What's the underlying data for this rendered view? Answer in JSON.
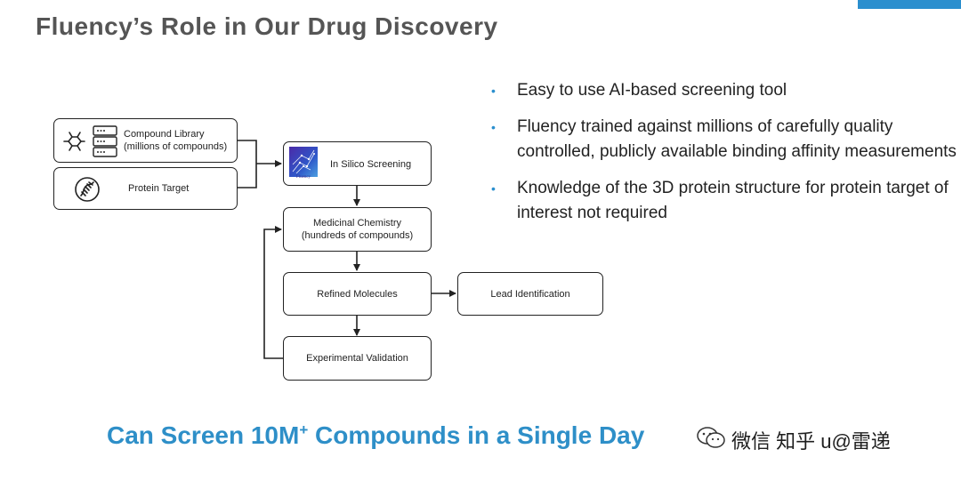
{
  "title": "Fluency’s Role in Our Drug Discovery",
  "diagram": {
    "compound_library": {
      "line1": "Compound Library",
      "line2": "(millions of compounds)"
    },
    "protein_target": {
      "label": "Protein Target"
    },
    "in_silico": {
      "label": "In Silico Screening",
      "logo_caption": "Fluency"
    },
    "medicinal_chemistry": {
      "line1": "Medicinal Chemistry",
      "line2": "(hundreds of compounds)"
    },
    "refined_molecules": {
      "label": "Refined Molecules"
    },
    "lead_identification": {
      "label": "Lead Identification"
    },
    "experimental_validation": {
      "label": "Experimental Validation"
    }
  },
  "bullets": [
    {
      "text": "Easy to use AI-based screening tool"
    },
    {
      "text": "Fluency trained against millions of carefully quality controlled, publicly available binding affinity measurements"
    },
    {
      "text": "Knowledge of the 3D protein structure for protein target of interest not required"
    }
  ],
  "banner": {
    "prefix": "Can Screen 10M",
    "sup": "+",
    "suffix": " Compounds in a Single Day"
  },
  "watermark": {
    "text": "微信 知乎 u@雷递"
  },
  "colors": {
    "accent": "#2b8fce",
    "title": "#555555",
    "banner": "#2e8fc8",
    "box_border": "#222222"
  }
}
